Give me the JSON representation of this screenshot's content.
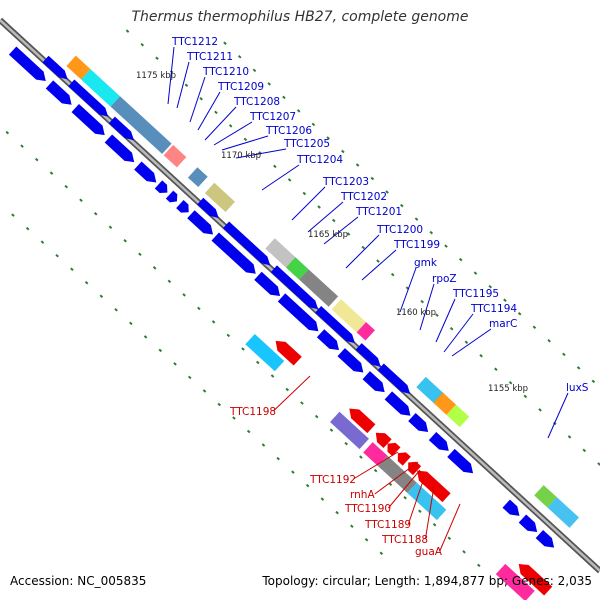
{
  "title": "Thermus thermophilus HB27, complete genome",
  "footer": {
    "accession": "Accession: NC_005835",
    "summary": "Topology: circular; Length: 1,894,877 bp; Genes: 2,035"
  },
  "scale_labels": [
    "1175 kbp",
    "1170 kbp",
    "1165 kbp",
    "1160 kbp",
    "1155 kbp"
  ],
  "forward_gene_labels": [
    "TTC1212",
    "TTC1211",
    "TTC1210",
    "TTC1209",
    "TTC1208",
    "TTC1207",
    "TTC1206",
    "TTC1205",
    "TTC1204",
    "TTC1203",
    "TTC1202",
    "TTC1201",
    "TTC1200",
    "TTC1199",
    "gmk",
    "rpoZ",
    "TTC1195",
    "TTC1194",
    "marC",
    "luxS"
  ],
  "reverse_gene_labels": [
    "TTC1198",
    "TTC1192",
    "rnhA",
    "TTC1190",
    "TTC1189",
    "TTC1188",
    "guaA"
  ],
  "colors": {
    "forward_label": "#0000cc",
    "reverse_label": "#cc0000",
    "forward_gene": "#0000ee",
    "reverse_gene": "#ee0000",
    "backbone": "#888888",
    "tick": "#2e7d32"
  }
}
